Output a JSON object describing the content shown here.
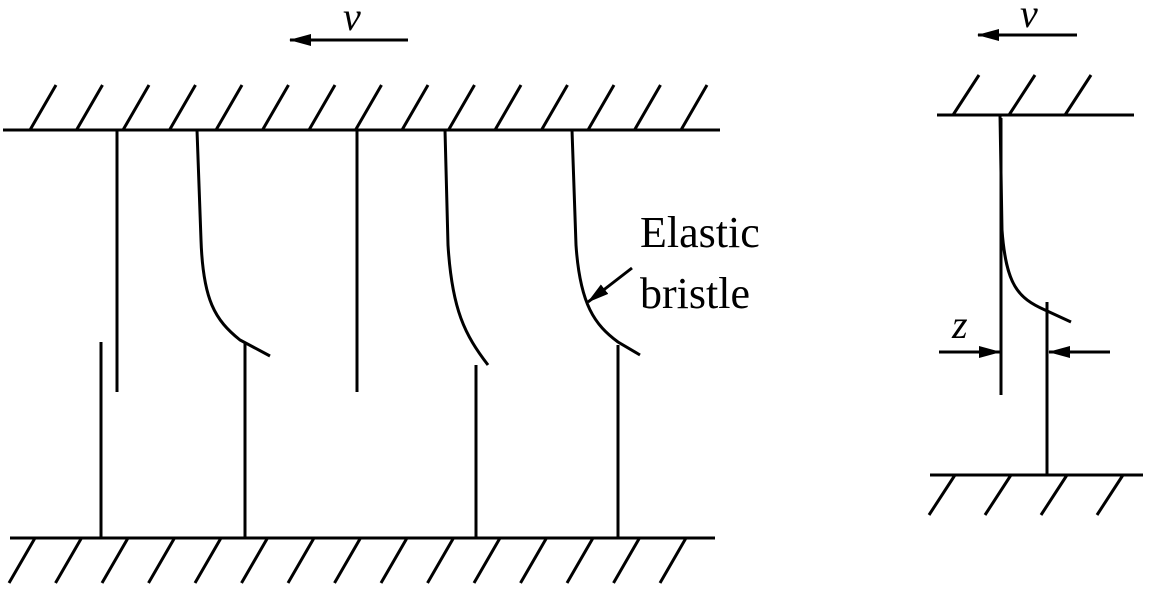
{
  "labels": {
    "velocity_left": "v",
    "velocity_right": "v",
    "elastic_line1": "Elastic",
    "elastic_line2": "bristle",
    "gap": "z"
  },
  "colors": {
    "stroke": "#000000",
    "background": "#ffffff"
  }
}
